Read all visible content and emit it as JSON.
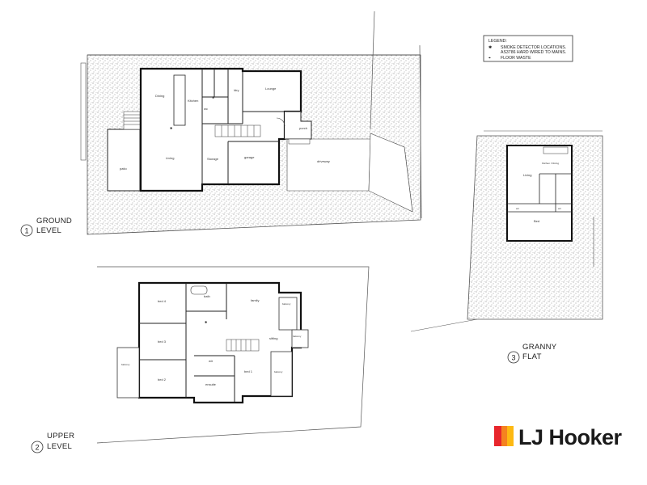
{
  "legend": {
    "title": "LEGEND:",
    "items": [
      {
        "icon": "smoke-detector-icon",
        "symbol": "✱",
        "text": "SMOKE DETECTOR LOCATIONS."
      },
      {
        "icon": "",
        "symbol": "",
        "text": "AS3786 HARD WIRED TO MAINS."
      },
      {
        "icon": "floor-waste-icon",
        "symbol": "⌖",
        "text": "FLOOR WASTE"
      }
    ]
  },
  "levels": {
    "ground": {
      "number": "1",
      "line1": "GROUND",
      "line2": "LEVEL"
    },
    "upper": {
      "number": "2",
      "line1": "UPPER",
      "line2": "LEVEL"
    },
    "granny": {
      "number": "3",
      "line1": "GRANNY",
      "line2": "FLAT"
    }
  },
  "ground_rooms": {
    "dining": "Dining",
    "kitchen": "Kitchen",
    "living": "Living",
    "lounge": "Lounge",
    "storage": "Storage",
    "garage": "garage",
    "patio": "patio",
    "porch": "porch",
    "driveway": "driveway",
    "laundry": "ldry",
    "wc": "wc"
  },
  "upper_rooms": {
    "bed2": "bed 2",
    "bed3": "bed 3",
    "bed4": "bed 4",
    "bed1": "bed 1",
    "bath": "bath",
    "family": "family",
    "sitting": "sitting",
    "ensuite": "ensuite",
    "balcony_left": "balcony",
    "balcony_right": "balcony",
    "balcony_top": "balcony",
    "balcony_bottom": "balcony",
    "wir": "wir"
  },
  "granny_rooms": {
    "kitchen_dining": "Kitchen / Dining",
    "living": "Living",
    "bed": "Bed",
    "wir1": "wir",
    "wir2": "wir"
  },
  "brand": {
    "name": "LJ Hooker",
    "colors": [
      "#e8262c",
      "#f58220",
      "#fdb913"
    ]
  }
}
